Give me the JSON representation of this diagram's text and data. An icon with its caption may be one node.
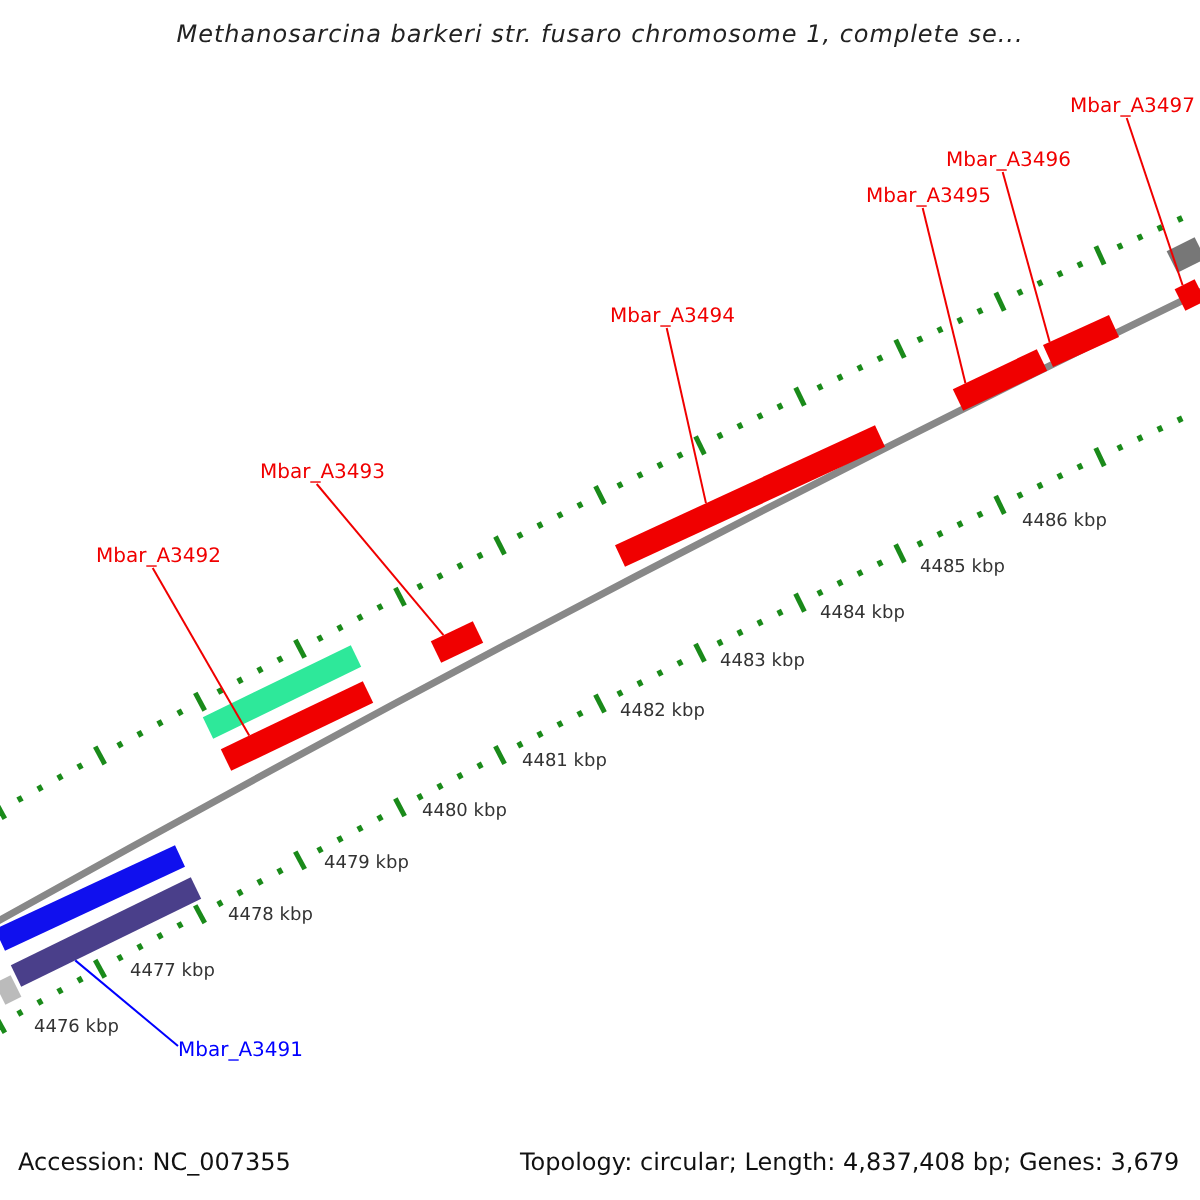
{
  "diagram": {
    "title": "Methanosarcina barkeri str. fusaro chromosome 1, complete se...",
    "nodes": [
      {
        "text": [
          "Mbar_A3497"
        ]
      },
      {
        "text": [
          "Mbar_A3496"
        ]
      },
      {
        "text": [
          "Mbar_A3495"
        ]
      },
      {
        "text": [
          "Mbar_A3494"
        ]
      },
      {
        "text": [
          "Mbar_A3493"
        ]
      },
      {
        "text": [
          "Mbar_A3492"
        ]
      },
      {
        "text": [
          "Mbar_A3491"
        ]
      },
      {
        "text": [],
        "shape": "bar"
      },
      {
        "text": [],
        "shape": "bar"
      },
      {
        "text": [],
        "shape": "bar"
      },
      {
        "text": [],
        "shape": "bar"
      },
      {
        "text": [],
        "shape": "bar"
      },
      {
        "text": [],
        "shape": "bar"
      },
      {
        "text": [],
        "shape": "bar"
      },
      {
        "text": [],
        "shape": "bar"
      },
      {
        "text": [],
        "shape": "bar"
      },
      {
        "text": [],
        "shape": "bar"
      },
      {
        "text": [],
        "shape": "bar"
      }
    ],
    "edges": [
      {
        "from": 0,
        "to": 17,
        "arrow": "none"
      },
      {
        "from": 1,
        "to": 15,
        "arrow": "none"
      },
      {
        "from": 2,
        "to": 14,
        "arrow": "none"
      },
      {
        "from": 3,
        "to": 13,
        "arrow": "none"
      },
      {
        "from": 4,
        "to": 12,
        "arrow": "none"
      },
      {
        "from": 5,
        "to": 11,
        "arrow": "none"
      },
      {
        "from": 6,
        "to": 9,
        "arrow": "none",
        "color": "#0000ff"
      }
    ],
    "labels": [
      "4486 kbp",
      "4485 kbp",
      "4484 kbp",
      "4483 kbp",
      "4482 kbp",
      "4481 kbp",
      "4480 kbp",
      "4479 kbp",
      "4478 kbp",
      "4477 kbp",
      "4476 kbp",
      "Accession: NC_007355",
      "Topology: circular; Length: 4,837,408 bp; Genes: 3,679"
    ]
  }
}
